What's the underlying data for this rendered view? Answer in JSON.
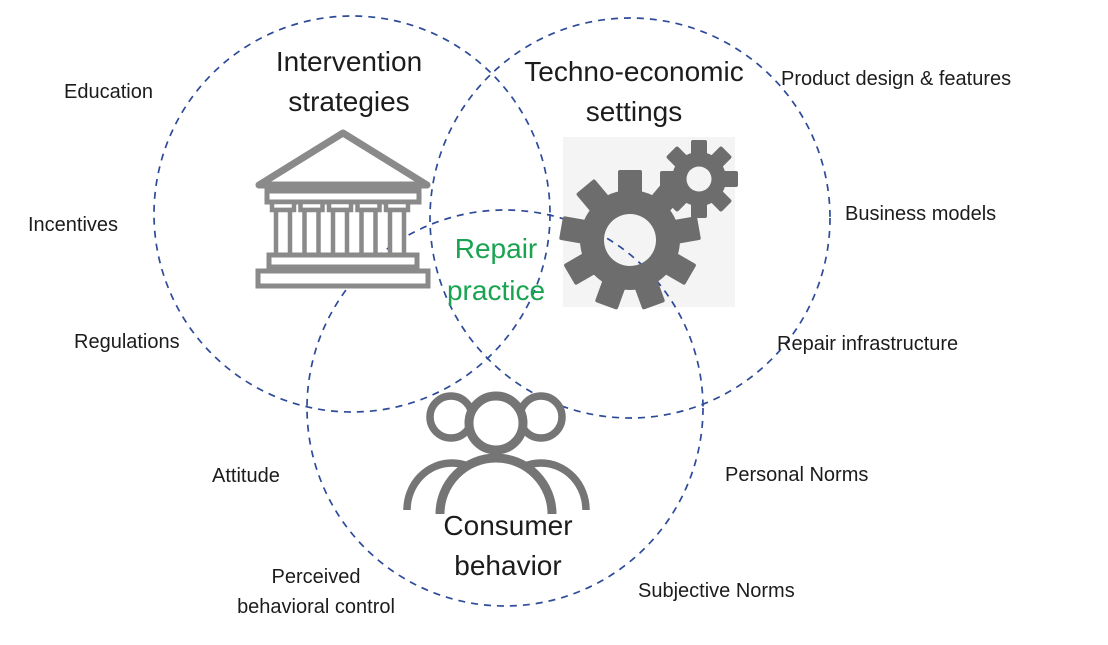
{
  "diagram": {
    "type": "venn-3-circles",
    "center_label": "Repair\npractice",
    "circles": [
      {
        "id": "intervention-strategies",
        "title": "Intervention\nstrategies",
        "icon": "bank-building-icon"
      },
      {
        "id": "techno-economic-settings",
        "title": "Techno-economic\nsettings",
        "icon": "gears-icon"
      },
      {
        "id": "consumer-behavior",
        "title": "Consumer\nbehavior",
        "icon": "people-group-icon"
      }
    ],
    "labels": {
      "education": "Education",
      "incentives": "Incentives",
      "regulations": "Regulations",
      "product": "Product design & features",
      "business": "Business models",
      "repair_infra": "Repair infrastructure",
      "personal": "Personal Norms",
      "subjective": "Subjective Norms",
      "attitude": "Attitude",
      "perceived": "Perceived\nbehavioral control"
    },
    "colors": {
      "circle_stroke": "#2d4b99",
      "center_label_green": "#1aa351",
      "bank_icon_gray": "#8a8a8a",
      "gear_gray": "#6d6d6d",
      "gear_background": "#f4f4f4",
      "people_gray": "#757575",
      "text": "#1c1c1c"
    }
  }
}
